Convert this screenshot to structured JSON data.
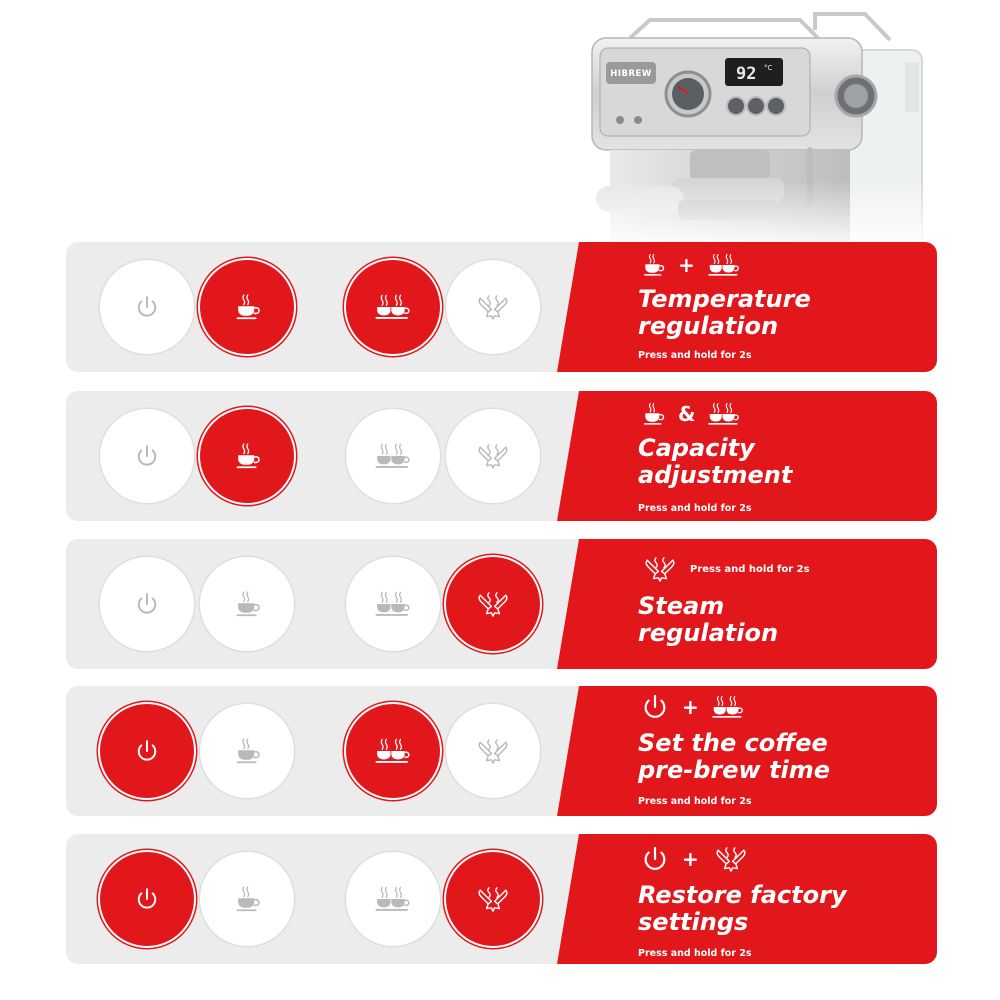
{
  "machine": {
    "brand": "HIBREW",
    "display_value": "92",
    "display_unit": "°C"
  },
  "colors": {
    "accent_red": "#e2171b",
    "panel_grey": "#ececec",
    "icon_grey": "#b9b9b9"
  },
  "rows": [
    {
      "title_line1": "Temperature",
      "title_line2": "regulation",
      "operator": "+",
      "note": "Press and hold for 2s",
      "buttons": [
        "power-off",
        "single-cup-on",
        "double-cup-on",
        "steam-off"
      ]
    },
    {
      "title_line1": "Capacity",
      "title_line2": "adjustment",
      "operator": "&",
      "note": "Press and hold for 2s",
      "buttons": [
        "power-off",
        "single-cup-on",
        "double-cup-off",
        "steam-off"
      ]
    },
    {
      "title_line1": "Steam",
      "title_line2": "regulation",
      "note": "Press and hold for 2s",
      "buttons": [
        "power-off",
        "single-cup-off",
        "double-cup-off",
        "steam-on"
      ]
    },
    {
      "title_line1": "Set the coffee",
      "title_line2": "pre-brew time",
      "operator": "+",
      "note": "Press and hold for 2s",
      "buttons": [
        "power-on",
        "single-cup-off",
        "double-cup-on",
        "steam-off"
      ]
    },
    {
      "title_line1": "Restore factory",
      "title_line2": "settings",
      "operator": "+",
      "note": "Press and hold for 2s",
      "buttons": [
        "power-on",
        "single-cup-off",
        "double-cup-off",
        "steam-on"
      ]
    }
  ]
}
